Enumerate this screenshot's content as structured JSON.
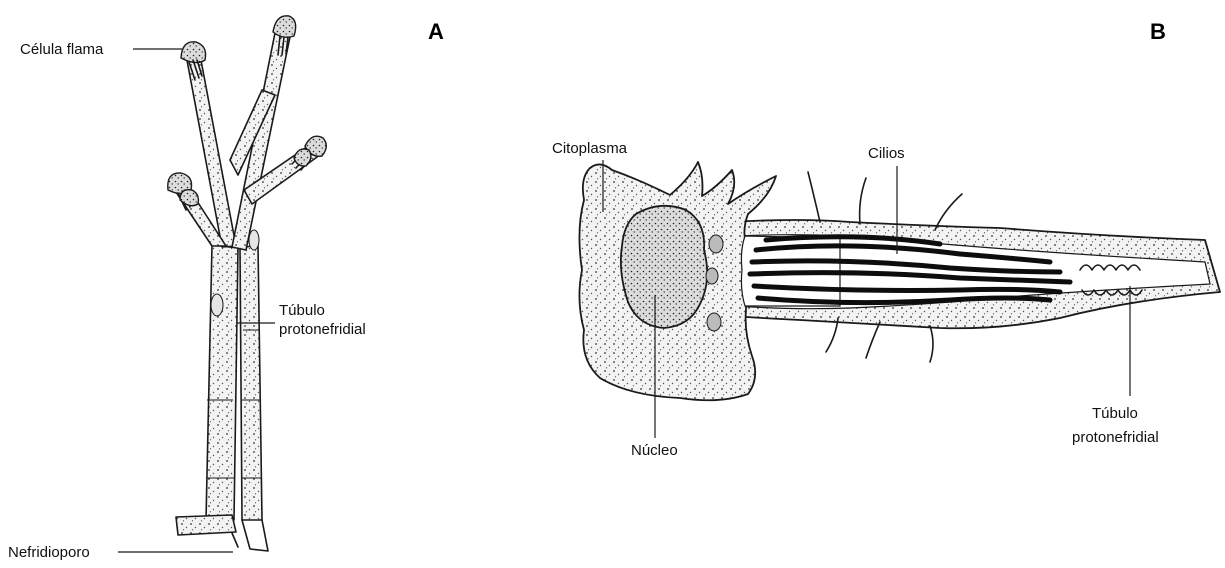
{
  "panels": {
    "a": {
      "letter": "A",
      "labels": {
        "flame_cell": "Célula flama",
        "tubule_line1": "Túbulo",
        "tubule_line2": "protonefridial",
        "nephridiopore": "Nefridioporo"
      }
    },
    "b": {
      "letter": "B",
      "labels": {
        "cytoplasm": "Citoplasma",
        "cilia": "Cilios",
        "nucleus": "Núcleo",
        "tubule_line1": "Túbulo",
        "tubule_line2": "protonefridial"
      }
    }
  }
}
